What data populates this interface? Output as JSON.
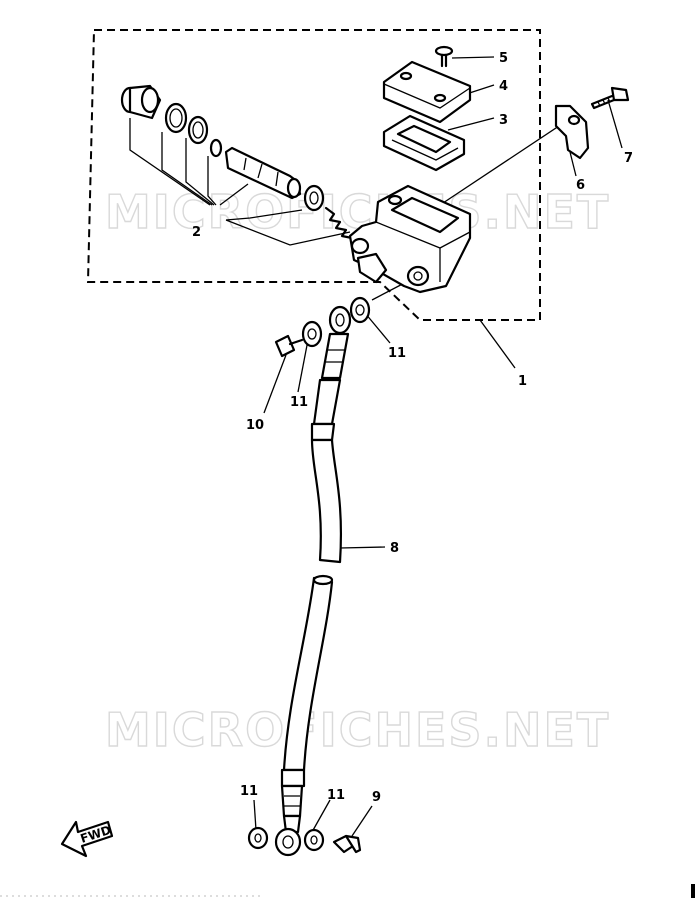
{
  "watermarks": [
    "MICROFICHES.NET",
    "MICROFICHES.NET"
  ],
  "direction_badge": {
    "label": "FWD",
    "icon": "forward-arrow-icon"
  },
  "callouts": [
    {
      "id": "1",
      "label": "1",
      "part": "master-cylinder-assembly"
    },
    {
      "id": "2",
      "label": "2",
      "part": "cylinder-kit"
    },
    {
      "id": "3",
      "label": "3",
      "part": "diaphragm"
    },
    {
      "id": "4",
      "label": "4",
      "part": "reservoir-cap"
    },
    {
      "id": "5",
      "label": "5",
      "part": "cap-screw"
    },
    {
      "id": "6",
      "label": "6",
      "part": "holder"
    },
    {
      "id": "7",
      "label": "7",
      "part": "holder-bolt"
    },
    {
      "id": "8",
      "label": "8",
      "part": "brake-hose"
    },
    {
      "id": "9",
      "label": "9",
      "part": "union-bolt-lower"
    },
    {
      "id": "10",
      "label": "10",
      "part": "union-bolt-upper"
    },
    {
      "id": "11a",
      "label": "11",
      "part": "copper-washer"
    },
    {
      "id": "11b",
      "label": "11",
      "part": "copper-washer"
    },
    {
      "id": "11c",
      "label": "11",
      "part": "copper-washer"
    },
    {
      "id": "11d",
      "label": "11",
      "part": "copper-washer"
    }
  ]
}
